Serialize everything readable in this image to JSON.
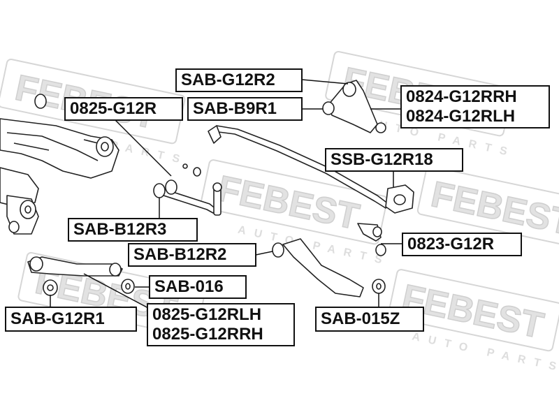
{
  "labels": {
    "sab_g12r2": "SAB-G12R2",
    "c0825_g12r": "0825-G12R",
    "sab_b9r1": "SAB-B9R1",
    "c0824_g12rrh": "0824-G12RRH",
    "c0824_g12rlh": "0824-G12RLH",
    "ssb_g12r18": "SSB-G12R18",
    "sab_b12r3": "SAB-B12R3",
    "c0823_g12r": "0823-G12R",
    "sab_b12r2": "SAB-B12R2",
    "sab_016": "SAB-016",
    "sab_g12r1": "SAB-G12R1",
    "c0825_g12rlh": "0825-G12RLH",
    "c0825_g12rrh": "0825-G12RRH",
    "sab_015z": "SAB-015Z"
  },
  "watermark": {
    "brand": "FEBEST",
    "tagline": "AUTO PARTS"
  },
  "colors": {
    "line": "#111111",
    "watermark": "#d6d6d6",
    "part_fill": "#ffffff",
    "part_stroke": "#222222"
  }
}
